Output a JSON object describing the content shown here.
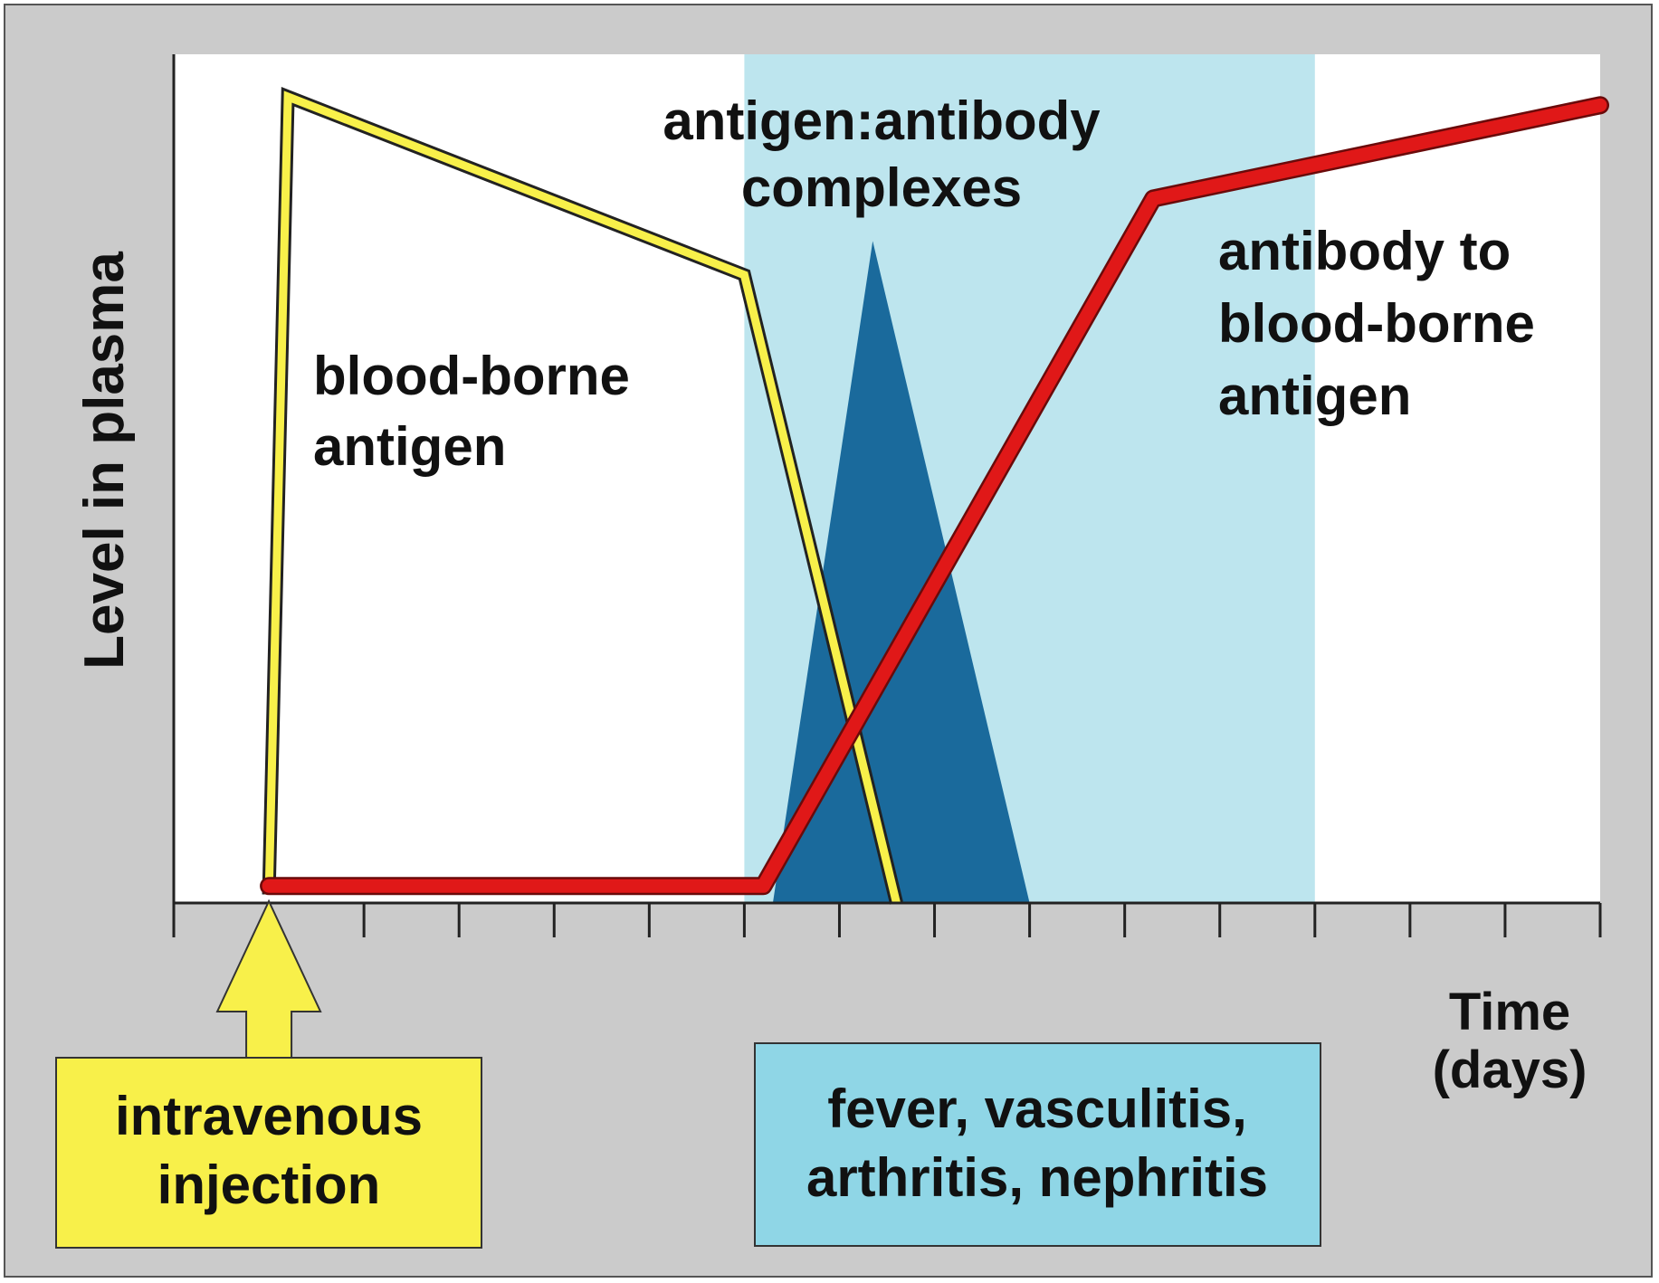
{
  "chart_data": {
    "type": "line",
    "title": "",
    "xlabel": [
      "Time",
      "(days)"
    ],
    "ylabel": "Level in plasma",
    "xlim": [
      0,
      15
    ],
    "ylim": [
      0,
      100
    ],
    "x_ticks": [
      0,
      1,
      2,
      3,
      4,
      5,
      6,
      7,
      8,
      9,
      10,
      11,
      12,
      13,
      14,
      15
    ],
    "grid": false,
    "shaded_region": {
      "x_start": 6,
      "x_end": 12,
      "color": "#bde5ee"
    },
    "series": [
      {
        "name": "blood-borne antigen",
        "color": "#f8f04a",
        "points": [
          [
            1,
            1
          ],
          [
            1.2,
            95
          ],
          [
            6.0,
            74
          ],
          [
            7.6,
            0
          ]
        ]
      },
      {
        "name": "antibody to blood-borne antigen",
        "color": "#e01818",
        "points": [
          [
            1,
            2
          ],
          [
            6.2,
            2
          ],
          [
            10.3,
            83
          ],
          [
            15,
            94
          ]
        ]
      }
    ],
    "complexes": {
      "name": "antigen:antibody complexes",
      "color": "#1a6a9c",
      "points": [
        [
          6.3,
          0
        ],
        [
          7.35,
          78
        ],
        [
          9.0,
          0
        ]
      ]
    },
    "labels": {
      "antigen": [
        "blood-borne",
        "antigen"
      ],
      "complexes": [
        "antigen:antibody",
        "complexes"
      ],
      "antibody": [
        "antibody to",
        "blood-borne",
        "antigen"
      ]
    },
    "injection": {
      "x": 1,
      "label": [
        "intravenous",
        "injection"
      ],
      "color": "#f8f04a"
    },
    "symptoms": {
      "label": [
        "fever, vasculitis,",
        "arthritis, nephritis"
      ],
      "color": "#8fd6e6"
    }
  }
}
